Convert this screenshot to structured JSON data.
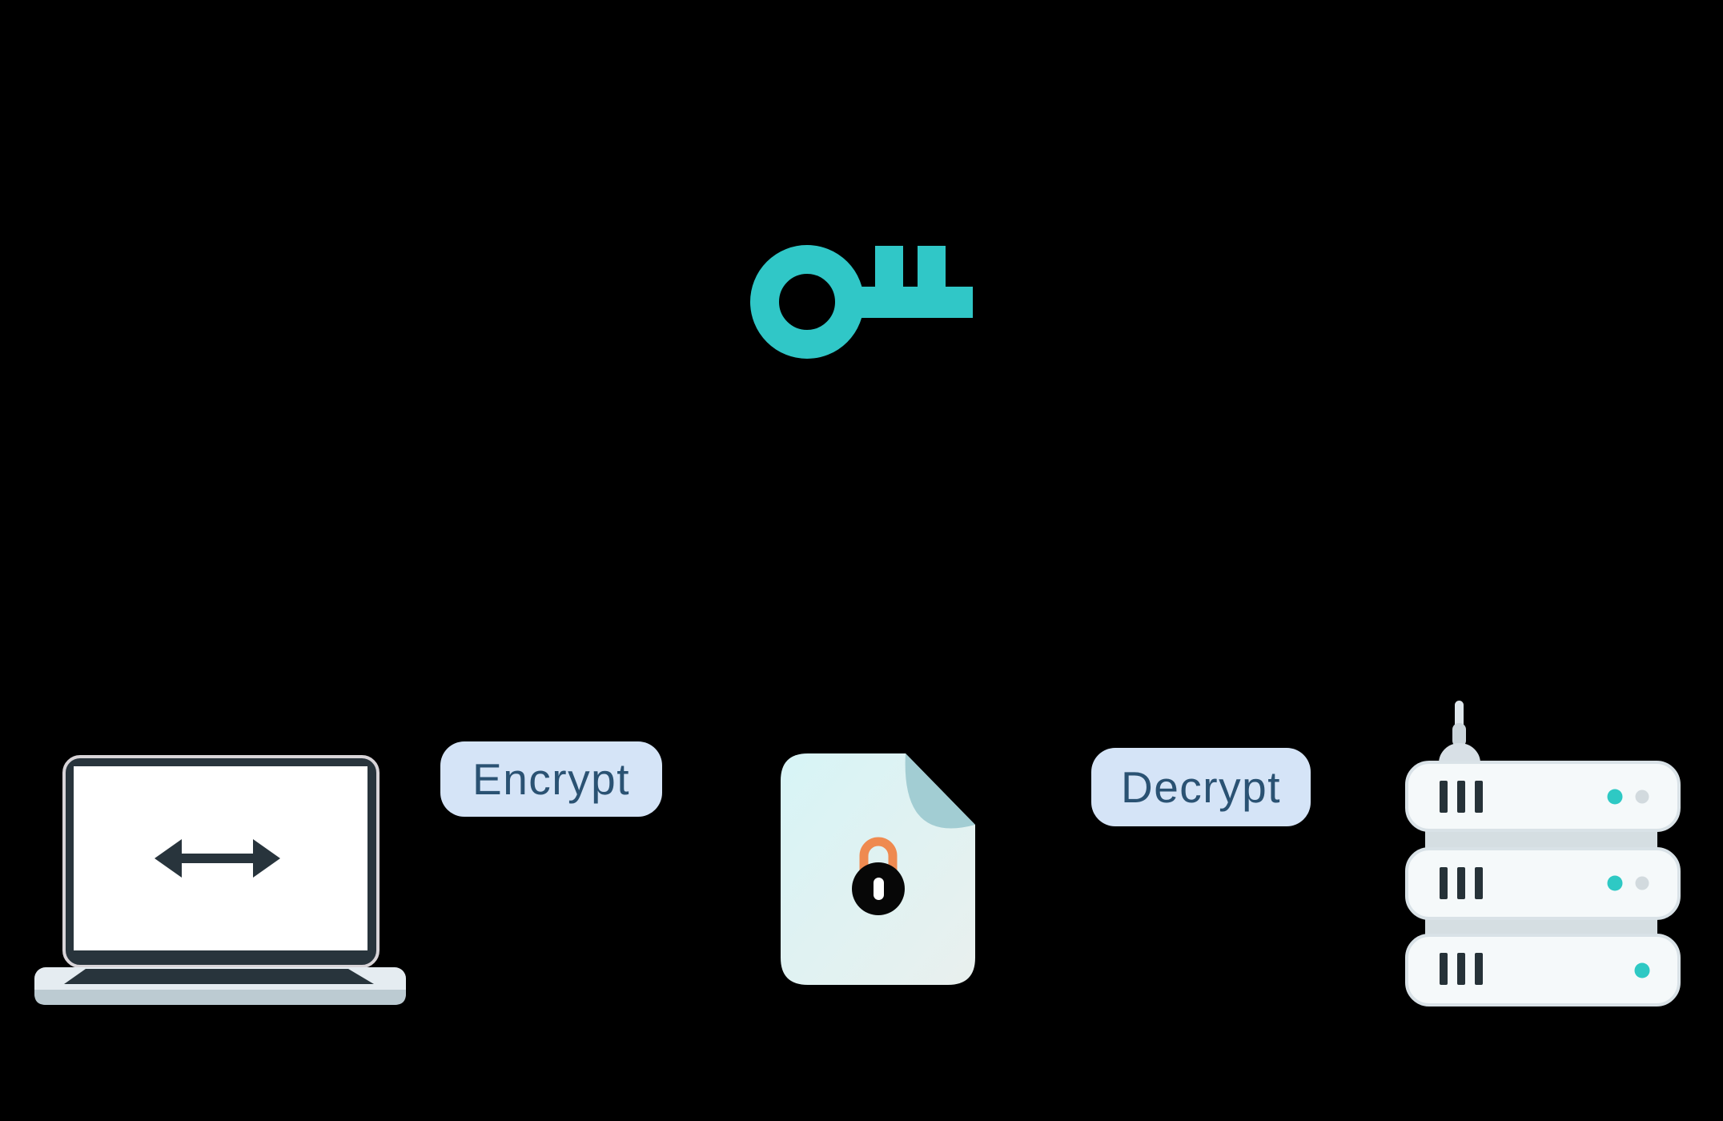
{
  "diagram": {
    "name": "encryption-decryption-flow",
    "labels": {
      "encrypt": "Encrypt",
      "decrypt": "Decrypt"
    },
    "icons": [
      "key-icon",
      "laptop-icon",
      "left-right-arrow-icon",
      "locked-document-icon",
      "padlock-icon",
      "server-stack-icon",
      "antenna-icon",
      "led-indicator"
    ],
    "colors": {
      "background": "#000000",
      "key_teal": "#30C7C7",
      "label_background": "#D5E4F7",
      "label_text": "#2A5273",
      "document_gradient_start": "#D7F4F6",
      "document_gradient_end": "#E9F0EE",
      "document_fold": "#A2CDD3",
      "lock_shackle_orange": "#EF8A50",
      "lock_body": "#070707",
      "device_dark_slate": "#28343C",
      "laptop_base": "#E5ECF1",
      "laptop_base_band": "#BCCBD2",
      "server_fill": "#F5F9FA",
      "server_border": "#D9E2E7",
      "led_teal": "#2EC9C4",
      "led_gray": "#D2DADE"
    }
  }
}
